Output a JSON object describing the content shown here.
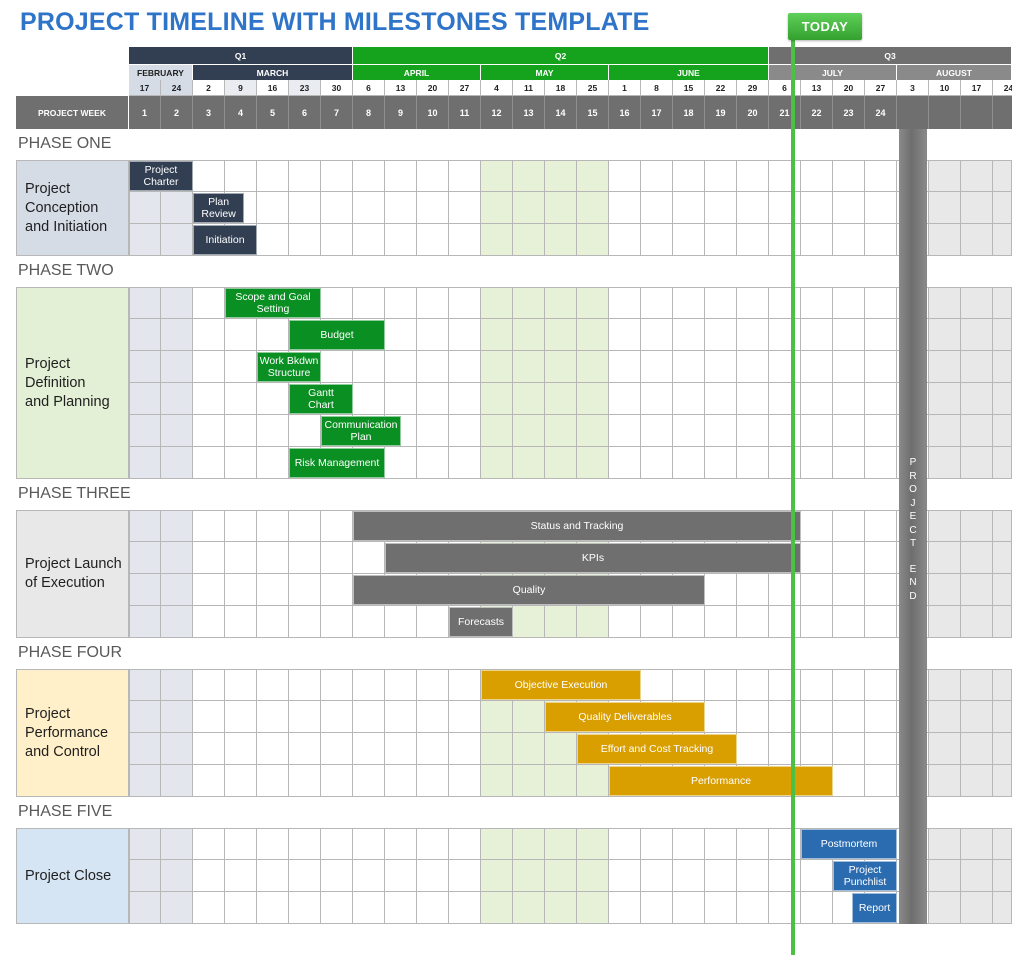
{
  "title": "PROJECT TIMELINE WITH MILESTONES TEMPLATE",
  "today_label": "TODAY",
  "project_end_label": "PROJECT END",
  "project_week_label": "PROJECT WEEK",
  "colors": {
    "navy": "#323f52",
    "green": "#0a8f23",
    "green_header": "#15a31e",
    "gray": "#6f6f6f",
    "gold": "#d99e00",
    "blue": "#2b6cb0",
    "today": "#4cbf45",
    "title": "#2e74c9"
  },
  "quarters": [
    {
      "label": "Q1",
      "start": 0,
      "span": 7
    },
    {
      "label": "Q2",
      "start": 7,
      "span": 13
    },
    {
      "label": "Q3",
      "start": 20,
      "span": 9
    }
  ],
  "months": [
    {
      "label": "FEBRUARY",
      "start": 0,
      "span": 2
    },
    {
      "label": "MARCH",
      "start": 2,
      "span": 5
    },
    {
      "label": "APRIL",
      "start": 7,
      "span": 4
    },
    {
      "label": "MAY",
      "start": 11,
      "span": 4
    },
    {
      "label": "JUNE",
      "start": 15,
      "span": 5
    },
    {
      "label": "JULY",
      "start": 20,
      "span": 4
    },
    {
      "label": "AUGUST",
      "start": 24,
      "span": 5
    }
  ],
  "days": [
    "17",
    "24",
    "2",
    "9",
    "16",
    "23",
    "30",
    "6",
    "13",
    "20",
    "27",
    "4",
    "11",
    "18",
    "25",
    "1",
    "8",
    "15",
    "22",
    "29",
    "6",
    "13",
    "20",
    "27",
    "3",
    "10",
    "17",
    "24"
  ],
  "weeks": [
    "1",
    "2",
    "3",
    "4",
    "5",
    "6",
    "7",
    "8",
    "9",
    "10",
    "11",
    "12",
    "13",
    "14",
    "15",
    "16",
    "17",
    "18",
    "19",
    "20",
    "21",
    "22",
    "23",
    "24",
    "",
    "",
    "",
    ""
  ],
  "phases": [
    {
      "name": "PHASE ONE",
      "label": "Project\nConception\nand Initiation",
      "rows": 3,
      "label_bg": "#d6dce6",
      "color": "navy",
      "tasks": [
        {
          "name": "Project\nCharter",
          "row": 0,
          "start": 0,
          "end": 2
        },
        {
          "name": "Plan\nReview",
          "row": 1,
          "start": 2,
          "end": 3.6
        },
        {
          "name": "Initiation",
          "row": 2,
          "start": 2,
          "end": 4
        }
      ]
    },
    {
      "name": "PHASE TWO",
      "label": "Project\nDefinition\nand Planning",
      "rows": 6,
      "label_bg": "#e3f0d6",
      "color": "green",
      "tasks": [
        {
          "name": "Scope and Goal\nSetting",
          "row": 0,
          "start": 3,
          "end": 6
        },
        {
          "name": "Budget",
          "row": 1,
          "start": 5,
          "end": 8
        },
        {
          "name": "Work Bkdwn\nStructure",
          "row": 2,
          "start": 4,
          "end": 6
        },
        {
          "name": "Gantt\nChart",
          "row": 3,
          "start": 5,
          "end": 7
        },
        {
          "name": "Communication\nPlan",
          "row": 4,
          "start": 6,
          "end": 8.5
        },
        {
          "name": "Risk Management",
          "row": 5,
          "start": 5,
          "end": 8
        }
      ]
    },
    {
      "name": "PHASE THREE",
      "label": "Project Launch\nof Execution",
      "rows": 4,
      "label_bg": "#e8e8e8",
      "color": "gray",
      "tasks": [
        {
          "name": "Status  and Tracking",
          "row": 0,
          "start": 7,
          "end": 21
        },
        {
          "name": "KPIs",
          "row": 1,
          "start": 8,
          "end": 21
        },
        {
          "name": "Quality",
          "row": 2,
          "start": 7,
          "end": 18
        },
        {
          "name": "Forecasts",
          "row": 3,
          "start": 10,
          "end": 12
        }
      ]
    },
    {
      "name": "PHASE FOUR",
      "label": "Project\nPerformance\nand Control",
      "rows": 4,
      "label_bg": "#fff0c9",
      "color": "gold",
      "tasks": [
        {
          "name": "Objective Execution",
          "row": 0,
          "start": 11,
          "end": 16
        },
        {
          "name": "Quality Deliverables",
          "row": 1,
          "start": 13,
          "end": 18
        },
        {
          "name": "Effort and Cost Tracking",
          "row": 2,
          "start": 14,
          "end": 19
        },
        {
          "name": "Performance",
          "row": 3,
          "start": 15,
          "end": 22
        }
      ]
    },
    {
      "name": "PHASE FIVE",
      "label": "Project Close",
      "rows": 3,
      "label_bg": "#d6e5f3",
      "color": "blue",
      "tasks": [
        {
          "name": "Postmortem",
          "row": 0,
          "start": 21,
          "end": 24
        },
        {
          "name": "Project\nPunchlist",
          "row": 1,
          "start": 22,
          "end": 24
        },
        {
          "name": "Report",
          "row": 2,
          "start": 22.6,
          "end": 24
        }
      ]
    }
  ]
}
